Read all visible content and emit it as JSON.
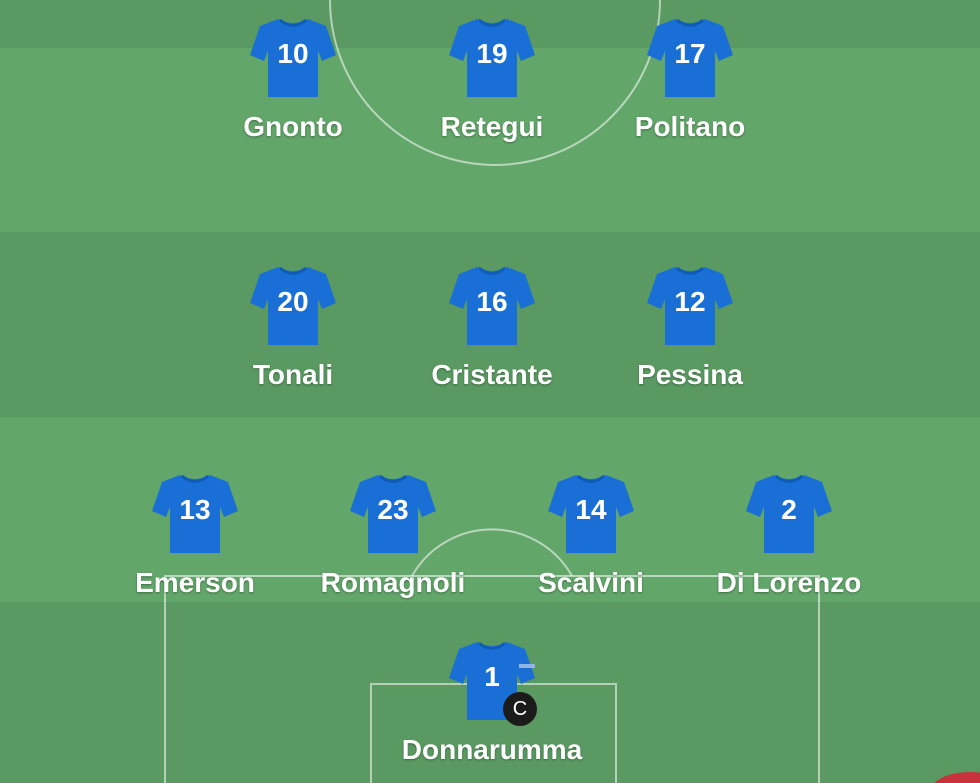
{
  "pitch": {
    "colors": {
      "light": "#62a66a",
      "dark": "#5a9a62",
      "line": "rgba(255,255,255,0.55)",
      "shirt": "#1a6fd6",
      "shirt_shadow": "#0f5bb8"
    }
  },
  "lineup": [
    {
      "number": "10",
      "name": "Gnonto"
    },
    {
      "number": "19",
      "name": "Retegui"
    },
    {
      "number": "17",
      "name": "Politano"
    },
    {
      "number": "20",
      "name": "Tonali"
    },
    {
      "number": "16",
      "name": "Cristante"
    },
    {
      "number": "12",
      "name": "Pessina"
    },
    {
      "number": "13",
      "name": "Emerson"
    },
    {
      "number": "23",
      "name": "Romagnoli"
    },
    {
      "number": "14",
      "name": "Scalvini"
    },
    {
      "number": "2",
      "name": "Di Lorenzo"
    },
    {
      "number": "1",
      "name": "Donnarumma",
      "captain_badge": "C"
    }
  ],
  "icons": {
    "shirt": "jersey-icon",
    "captain": "captain-badge"
  }
}
